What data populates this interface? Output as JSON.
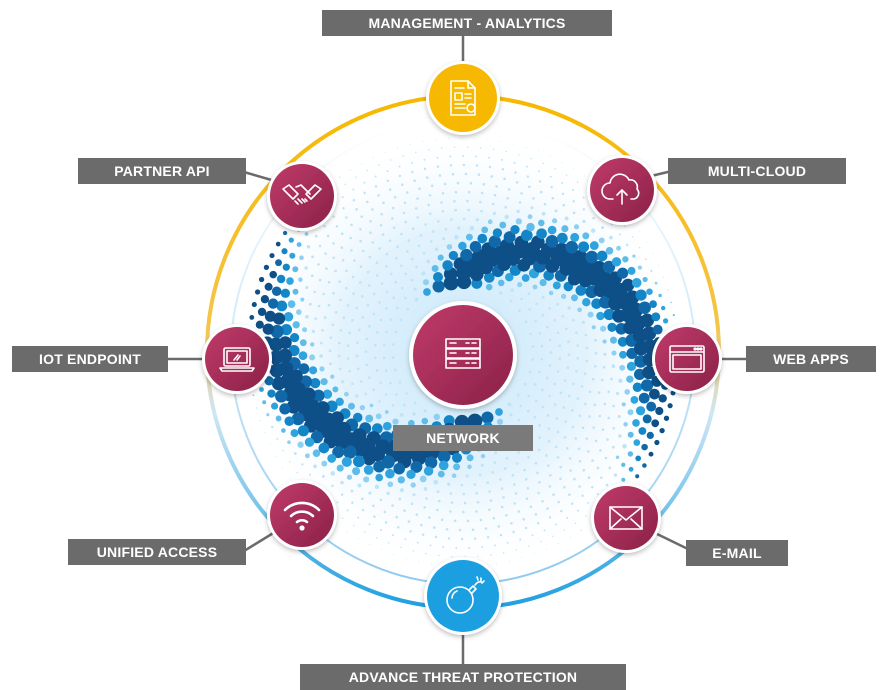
{
  "nodes": [
    {
      "key": "management",
      "label": "MANAGEMENT - ANALYTICS",
      "icon": "report-document-icon",
      "color": "#f6b800"
    },
    {
      "key": "multicloud",
      "label": "MULTI-CLOUD",
      "icon": "cloud-upload-icon",
      "color": "#a52a55"
    },
    {
      "key": "webapps",
      "label": "WEB APPS",
      "icon": "browser-window-icon",
      "color": "#a52a55"
    },
    {
      "key": "email",
      "label": "E-MAIL",
      "icon": "envelope-icon",
      "color": "#a52a55"
    },
    {
      "key": "atp",
      "label": "ADVANCE THREAT PROTECTION",
      "icon": "bomb-icon",
      "color": "#1e9fe0"
    },
    {
      "key": "unified",
      "label": "UNIFIED ACCESS",
      "icon": "wifi-icon",
      "color": "#a52a55"
    },
    {
      "key": "iot",
      "label": "IOT ENDPOINT",
      "icon": "laptop-icon",
      "color": "#a52a55"
    },
    {
      "key": "partner",
      "label": "PARTNER API",
      "icon": "handshake-icon",
      "color": "#a52a55"
    }
  ],
  "center": {
    "label": "NETWORK",
    "icon": "server-rack-icon",
    "color": "#a52a55"
  },
  "colors": {
    "ring_top": "#f6b800",
    "ring_bottom": "#1e9fe0",
    "label_bg": "#6b6b6b"
  }
}
